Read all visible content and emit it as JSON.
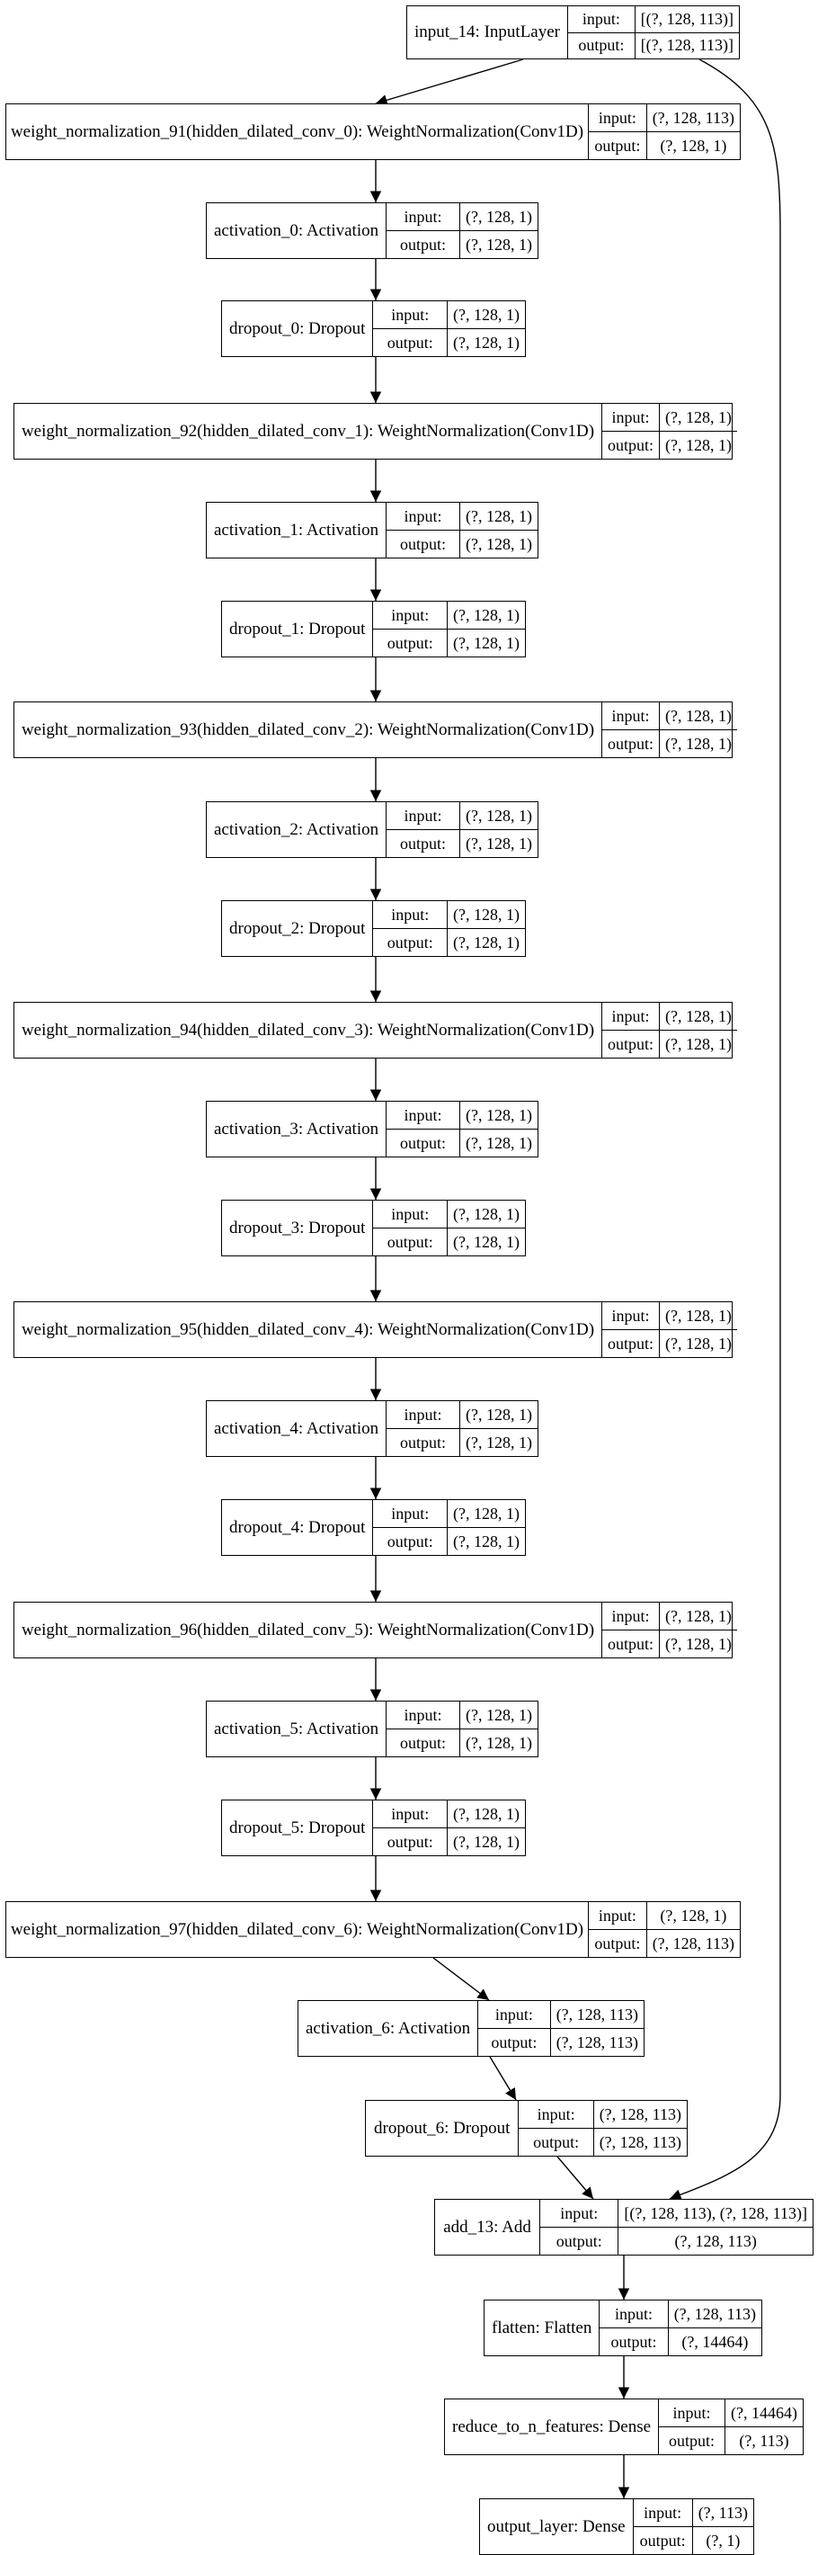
{
  "diagram": {
    "nodes": [
      {
        "id": "input_14",
        "title": "input_14: InputLayer",
        "input_label": "input:",
        "output_label": "output:",
        "input": "[(?, 128, 113)]",
        "output": "[(?, 128, 113)]"
      },
      {
        "id": "wn91",
        "title": "weight_normalization_91(hidden_dilated_conv_0): WeightNormalization(Conv1D)",
        "input_label": "input:",
        "output_label": "output:",
        "input": "(?, 128, 113)",
        "output": "(?, 128, 1)"
      },
      {
        "id": "act0",
        "title": "activation_0: Activation",
        "input_label": "input:",
        "output_label": "output:",
        "input": "(?, 128, 1)",
        "output": "(?, 128, 1)"
      },
      {
        "id": "drop0",
        "title": "dropout_0: Dropout",
        "input_label": "input:",
        "output_label": "output:",
        "input": "(?, 128, 1)",
        "output": "(?, 128, 1)"
      },
      {
        "id": "wn92",
        "title": "weight_normalization_92(hidden_dilated_conv_1): WeightNormalization(Conv1D)",
        "input_label": "input:",
        "output_label": "output:",
        "input": "(?, 128, 1)",
        "output": "(?, 128, 1)"
      },
      {
        "id": "act1",
        "title": "activation_1: Activation",
        "input_label": "input:",
        "output_label": "output:",
        "input": "(?, 128, 1)",
        "output": "(?, 128, 1)"
      },
      {
        "id": "drop1",
        "title": "dropout_1: Dropout",
        "input_label": "input:",
        "output_label": "output:",
        "input": "(?, 128, 1)",
        "output": "(?, 128, 1)"
      },
      {
        "id": "wn93",
        "title": "weight_normalization_93(hidden_dilated_conv_2): WeightNormalization(Conv1D)",
        "input_label": "input:",
        "output_label": "output:",
        "input": "(?, 128, 1)",
        "output": "(?, 128, 1)"
      },
      {
        "id": "act2",
        "title": "activation_2: Activation",
        "input_label": "input:",
        "output_label": "output:",
        "input": "(?, 128, 1)",
        "output": "(?, 128, 1)"
      },
      {
        "id": "drop2",
        "title": "dropout_2: Dropout",
        "input_label": "input:",
        "output_label": "output:",
        "input": "(?, 128, 1)",
        "output": "(?, 128, 1)"
      },
      {
        "id": "wn94",
        "title": "weight_normalization_94(hidden_dilated_conv_3): WeightNormalization(Conv1D)",
        "input_label": "input:",
        "output_label": "output:",
        "input": "(?, 128, 1)",
        "output": "(?, 128, 1)"
      },
      {
        "id": "act3",
        "title": "activation_3: Activation",
        "input_label": "input:",
        "output_label": "output:",
        "input": "(?, 128, 1)",
        "output": "(?, 128, 1)"
      },
      {
        "id": "drop3",
        "title": "dropout_3: Dropout",
        "input_label": "input:",
        "output_label": "output:",
        "input": "(?, 128, 1)",
        "output": "(?, 128, 1)"
      },
      {
        "id": "wn95",
        "title": "weight_normalization_95(hidden_dilated_conv_4): WeightNormalization(Conv1D)",
        "input_label": "input:",
        "output_label": "output:",
        "input": "(?, 128, 1)",
        "output": "(?, 128, 1)"
      },
      {
        "id": "act4",
        "title": "activation_4: Activation",
        "input_label": "input:",
        "output_label": "output:",
        "input": "(?, 128, 1)",
        "output": "(?, 128, 1)"
      },
      {
        "id": "drop4",
        "title": "dropout_4: Dropout",
        "input_label": "input:",
        "output_label": "output:",
        "input": "(?, 128, 1)",
        "output": "(?, 128, 1)"
      },
      {
        "id": "wn96",
        "title": "weight_normalization_96(hidden_dilated_conv_5): WeightNormalization(Conv1D)",
        "input_label": "input:",
        "output_label": "output:",
        "input": "(?, 128, 1)",
        "output": "(?, 128, 1)"
      },
      {
        "id": "act5",
        "title": "activation_5: Activation",
        "input_label": "input:",
        "output_label": "output:",
        "input": "(?, 128, 1)",
        "output": "(?, 128, 1)"
      },
      {
        "id": "drop5",
        "title": "dropout_5: Dropout",
        "input_label": "input:",
        "output_label": "output:",
        "input": "(?, 128, 1)",
        "output": "(?, 128, 1)"
      },
      {
        "id": "wn97",
        "title": "weight_normalization_97(hidden_dilated_conv_6): WeightNormalization(Conv1D)",
        "input_label": "input:",
        "output_label": "output:",
        "input": "(?, 128, 1)",
        "output": "(?, 128, 113)"
      },
      {
        "id": "act6",
        "title": "activation_6: Activation",
        "input_label": "input:",
        "output_label": "output:",
        "input": "(?, 128, 113)",
        "output": "(?, 128, 113)"
      },
      {
        "id": "drop6",
        "title": "dropout_6: Dropout",
        "input_label": "input:",
        "output_label": "output:",
        "input": "(?, 128, 113)",
        "output": "(?, 128, 113)"
      },
      {
        "id": "add13",
        "title": "add_13: Add",
        "input_label": "input:",
        "output_label": "output:",
        "input": "[(?, 128, 113), (?, 128, 113)]",
        "output": "(?, 128, 113)"
      },
      {
        "id": "flatten",
        "title": "flatten: Flatten",
        "input_label": "input:",
        "output_label": "output:",
        "input": "(?, 128, 113)",
        "output": "(?, 14464)"
      },
      {
        "id": "reduce",
        "title": "reduce_to_n_features: Dense",
        "input_label": "input:",
        "output_label": "output:",
        "input": "(?, 14464)",
        "output": "(?, 113)"
      },
      {
        "id": "out",
        "title": "output_layer: Dense",
        "input_label": "input:",
        "output_label": "output:",
        "input": "(?, 113)",
        "output": "(?, 1)"
      }
    ],
    "edges": [
      [
        "input_14",
        "wn91"
      ],
      [
        "wn91",
        "act0"
      ],
      [
        "act0",
        "drop0"
      ],
      [
        "drop0",
        "wn92"
      ],
      [
        "wn92",
        "act1"
      ],
      [
        "act1",
        "drop1"
      ],
      [
        "drop1",
        "wn93"
      ],
      [
        "wn93",
        "act2"
      ],
      [
        "act2",
        "drop2"
      ],
      [
        "drop2",
        "wn94"
      ],
      [
        "wn94",
        "act3"
      ],
      [
        "act3",
        "drop3"
      ],
      [
        "drop3",
        "wn95"
      ],
      [
        "wn95",
        "act4"
      ],
      [
        "act4",
        "drop4"
      ],
      [
        "drop4",
        "wn96"
      ],
      [
        "wn96",
        "act5"
      ],
      [
        "act5",
        "drop5"
      ],
      [
        "drop5",
        "wn97"
      ],
      [
        "wn97",
        "act6"
      ],
      [
        "act6",
        "drop6"
      ],
      [
        "drop6",
        "add13"
      ],
      [
        "input_14",
        "add13"
      ],
      [
        "add13",
        "flatten"
      ],
      [
        "flatten",
        "reduce"
      ],
      [
        "reduce",
        "out"
      ]
    ]
  }
}
